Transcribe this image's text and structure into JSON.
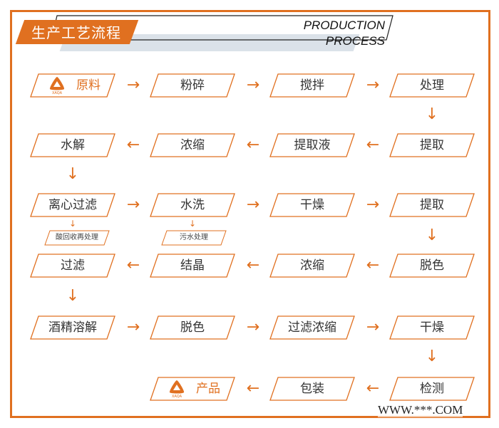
{
  "header": {
    "title_cn": "生产工艺流程",
    "title_en": "PRODUCTION PROCESS"
  },
  "colors": {
    "accent": "#e07020",
    "shadow": "#dbe2e9",
    "text": "#333333"
  },
  "logo": {
    "icon": "xaqa-triangle-logo",
    "caption": "XAQA"
  },
  "rows": [
    {
      "direction": "right",
      "nodes": [
        "原料",
        "粉碎",
        "搅拌",
        "处理"
      ]
    },
    {
      "direction": "left",
      "nodes": [
        "水解",
        "浓缩",
        "提取液",
        "提取"
      ]
    },
    {
      "direction": "right",
      "nodes": [
        "离心过滤",
        "水洗",
        "干燥",
        "提取"
      ]
    },
    {
      "direction": "left",
      "nodes": [
        "过滤",
        "结晶",
        "浓缩",
        "脱色"
      ]
    },
    {
      "direction": "right",
      "nodes": [
        "酒精溶解",
        "脱色",
        "过滤浓缩",
        "干燥"
      ]
    },
    {
      "direction": "left",
      "nodes": [
        "",
        "产品",
        "包装",
        "检测"
      ]
    }
  ],
  "side_outputs": [
    {
      "from": "离心过滤",
      "label": "酸回收再处理"
    },
    {
      "from": "水洗",
      "label": "污水处理"
    }
  ],
  "arrows": {
    "right": "→",
    "left": "←",
    "down": "↓"
  },
  "watermark": "WWW.***.COM"
}
